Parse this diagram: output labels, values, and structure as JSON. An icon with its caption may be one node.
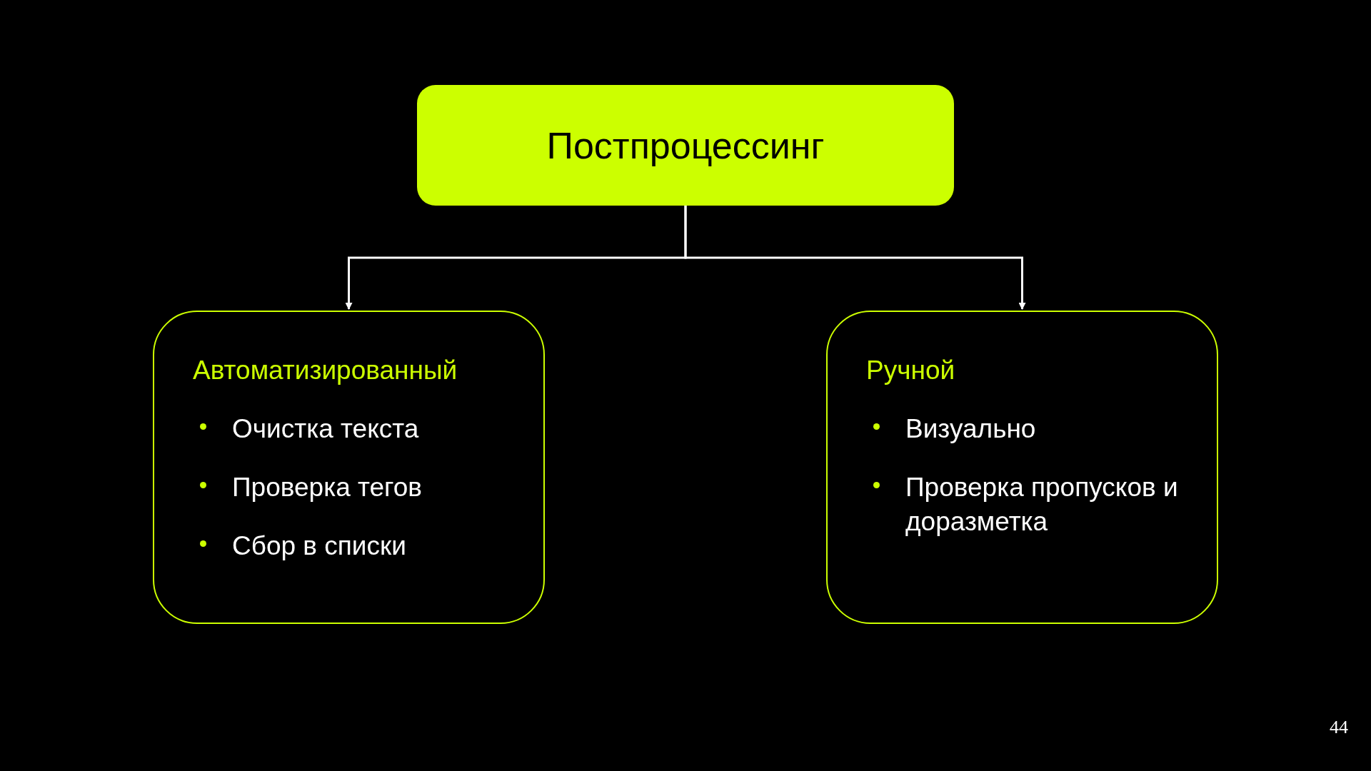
{
  "diagram": {
    "nodes": [
      {
        "text": [
          "Постпроцессинг"
        ]
      },
      {
        "text": [
          "Автоматизированный",
          "Очистка текста",
          "Проверка тегов",
          "Сбор в списки"
        ]
      },
      {
        "text": [
          "Ручной",
          "Визуально",
          "Проверка пропусков и доразметка"
        ]
      }
    ],
    "edges": [
      {
        "from": 0,
        "to": 1,
        "arrow": "to"
      },
      {
        "from": 0,
        "to": 2,
        "arrow": "to"
      }
    ],
    "labels": [
      "44"
    ]
  }
}
